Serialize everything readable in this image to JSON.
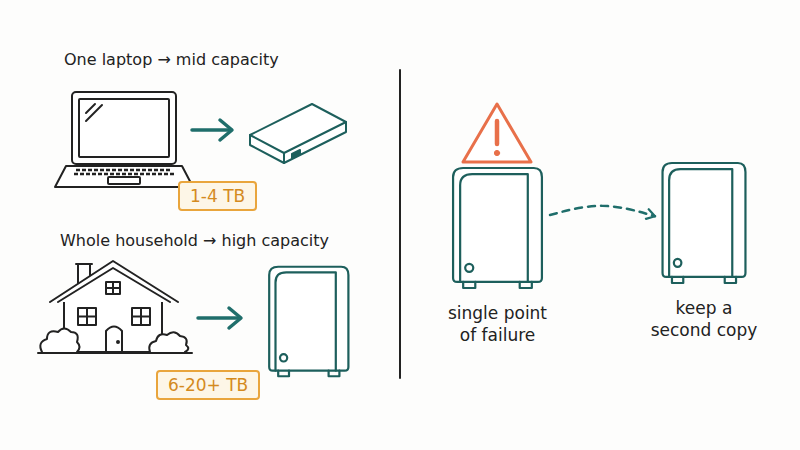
{
  "diagram": {
    "nodes": [
      {
        "text": [
          "1-4 TB"
        ]
      },
      {
        "text": [
          "6-20+ TB"
        ]
      },
      {
        "text": [
          "single point of failure"
        ]
      },
      {
        "text": [
          "keep a second copy"
        ]
      }
    ],
    "edges": [
      {
        "from": 2,
        "to": 3,
        "arrow": "to"
      }
    ],
    "labels": [
      "One laptop → mid capacity",
      "Whole household → high capacity"
    ]
  }
}
